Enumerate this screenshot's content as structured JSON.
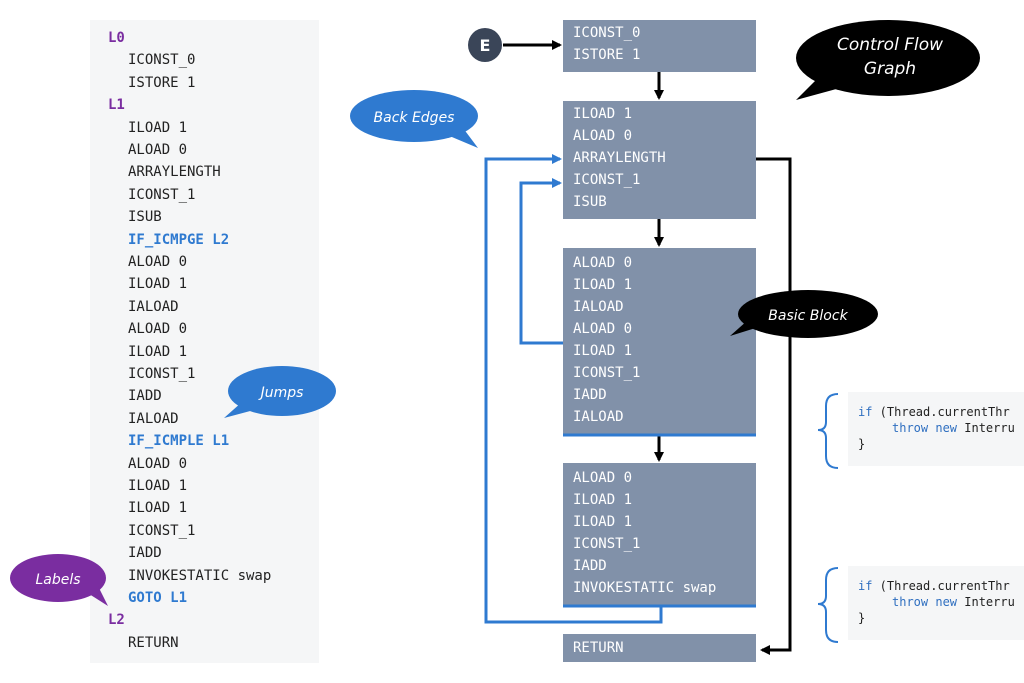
{
  "listing": [
    {
      "text": "L0",
      "kind": "label"
    },
    {
      "text": "ICONST_0",
      "kind": "instr"
    },
    {
      "text": "ISTORE 1",
      "kind": "instr"
    },
    {
      "text": "L1",
      "kind": "label"
    },
    {
      "text": "ILOAD 1",
      "kind": "instr"
    },
    {
      "text": "ALOAD 0",
      "kind": "instr"
    },
    {
      "text": "ARRAYLENGTH",
      "kind": "instr"
    },
    {
      "text": "ICONST_1",
      "kind": "instr"
    },
    {
      "text": "ISUB",
      "kind": "instr"
    },
    {
      "text": "IF_ICMPGE L2",
      "kind": "jump"
    },
    {
      "text": "ALOAD 0",
      "kind": "instr"
    },
    {
      "text": "ILOAD 1",
      "kind": "instr"
    },
    {
      "text": "IALOAD",
      "kind": "instr"
    },
    {
      "text": "ALOAD 0",
      "kind": "instr"
    },
    {
      "text": "ILOAD 1",
      "kind": "instr"
    },
    {
      "text": "ICONST_1",
      "kind": "instr"
    },
    {
      "text": "IADD",
      "kind": "instr"
    },
    {
      "text": "IALOAD",
      "kind": "instr"
    },
    {
      "text": "IF_ICMPLE L1",
      "kind": "jump"
    },
    {
      "text": "ALOAD 0",
      "kind": "instr"
    },
    {
      "text": "ILOAD 1",
      "kind": "instr"
    },
    {
      "text": "ILOAD 1",
      "kind": "instr"
    },
    {
      "text": "ICONST_1",
      "kind": "instr"
    },
    {
      "text": "IADD",
      "kind": "instr"
    },
    {
      "text": "INVOKESTATIC swap",
      "kind": "instr"
    },
    {
      "text": "GOTO L1",
      "kind": "jump"
    },
    {
      "text": "L2",
      "kind": "label"
    },
    {
      "text": "RETURN",
      "kind": "instr"
    }
  ],
  "entry": {
    "label": "E"
  },
  "blocks": [
    {
      "lines": [
        "ICONST_0",
        "ISTORE 1"
      ]
    },
    {
      "lines": [
        "ILOAD 1",
        "ALOAD 0",
        "ARRAYLENGTH",
        "ICONST_1",
        "ISUB"
      ]
    },
    {
      "lines": [
        "ALOAD 0",
        "ILOAD 1",
        "IALOAD",
        "ALOAD 0",
        "ILOAD 1",
        "ICONST_1",
        "IADD",
        "IALOAD"
      ]
    },
    {
      "lines": [
        "ALOAD 0",
        "ILOAD 1",
        "ILOAD 1",
        "ICONST_1",
        "IADD",
        "INVOKESTATIC swap"
      ]
    },
    {
      "lines": [
        "RETURN"
      ]
    }
  ],
  "callouts": {
    "control_flow_graph": [
      "Control Flow",
      "Graph"
    ],
    "back_edges": "Back Edges",
    "basic_block": "Basic Block",
    "jumps": "Jumps",
    "labels": "Labels"
  },
  "snippets": [
    {
      "line1_kw": "if",
      "line1_rest": " (Thread.currentThr",
      "line2_kw": "throw new",
      "line2_rest": " Interru",
      "line3": "}"
    },
    {
      "line1_kw": "if",
      "line1_rest": " (Thread.currentThr",
      "line2_kw": "throw new",
      "line2_rest": " Interru",
      "line3": "}"
    }
  ],
  "colors": {
    "block_fill": "#8191a9",
    "accent_blue": "#2f7ad0",
    "label_purple": "#7a2da0",
    "bubble_black": "#000000",
    "entry_node": "#3a4558"
  }
}
